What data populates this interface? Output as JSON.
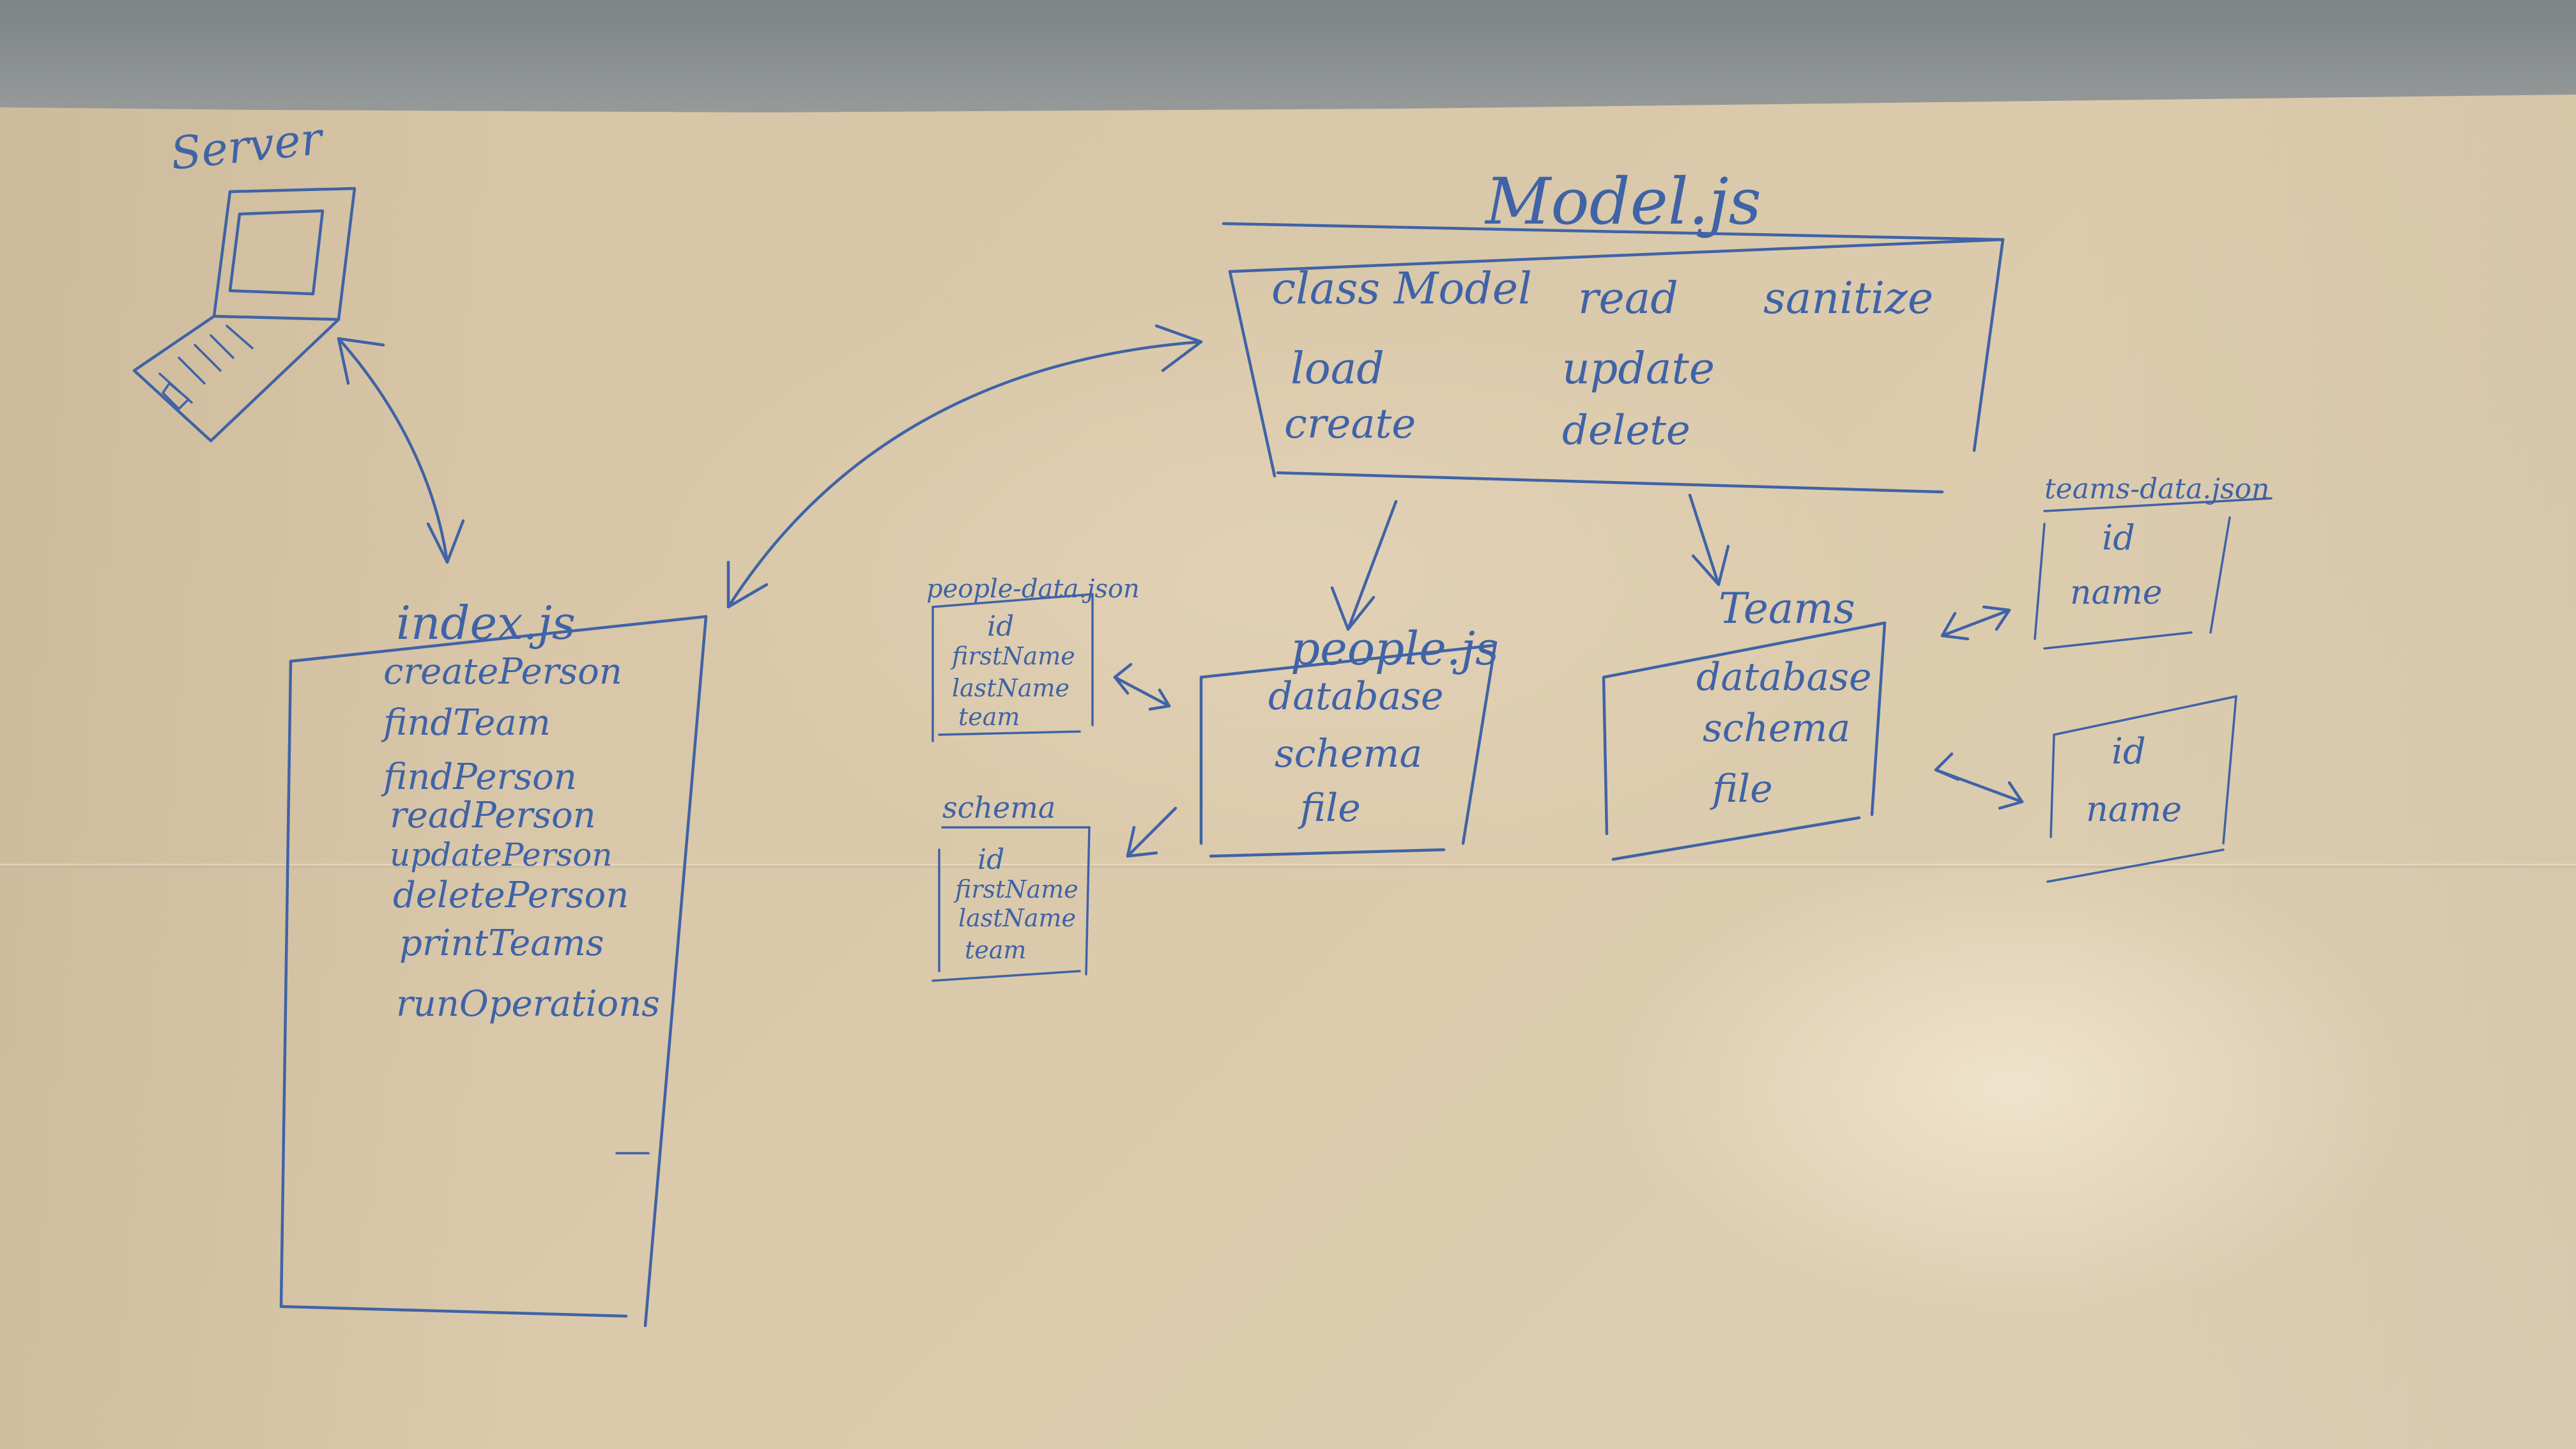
{
  "server": {
    "label": "Server"
  },
  "model": {
    "title": "Model.js",
    "methods": [
      "class Model",
      "read",
      "sanitize",
      "load",
      "update",
      "create",
      "delete"
    ]
  },
  "index": {
    "title": "index.js",
    "functions": [
      "createPerson",
      "findTeam",
      "findPerson",
      "readPerson",
      "updatePerson",
      "deletePerson",
      "printTeams",
      "runOperations"
    ]
  },
  "people_data": {
    "title": "people-data.json",
    "fields": [
      "id",
      "firstName",
      "lastName",
      "team"
    ]
  },
  "schema": {
    "title": "schema",
    "fields": [
      "id",
      "firstName",
      "lastName",
      "team"
    ]
  },
  "people": {
    "title": "people.js",
    "fields": [
      "database",
      "schema",
      "file"
    ]
  },
  "teams": {
    "title": "Teams",
    "fields": [
      "database",
      "schema",
      "file"
    ]
  },
  "teams_data": {
    "title": "teams-data.json",
    "fields": [
      "id",
      "name"
    ]
  },
  "teams_schema": {
    "fields": [
      "id",
      "name"
    ]
  },
  "colors": {
    "ink": "#3f63a6",
    "paper": "#d9c7a9"
  }
}
